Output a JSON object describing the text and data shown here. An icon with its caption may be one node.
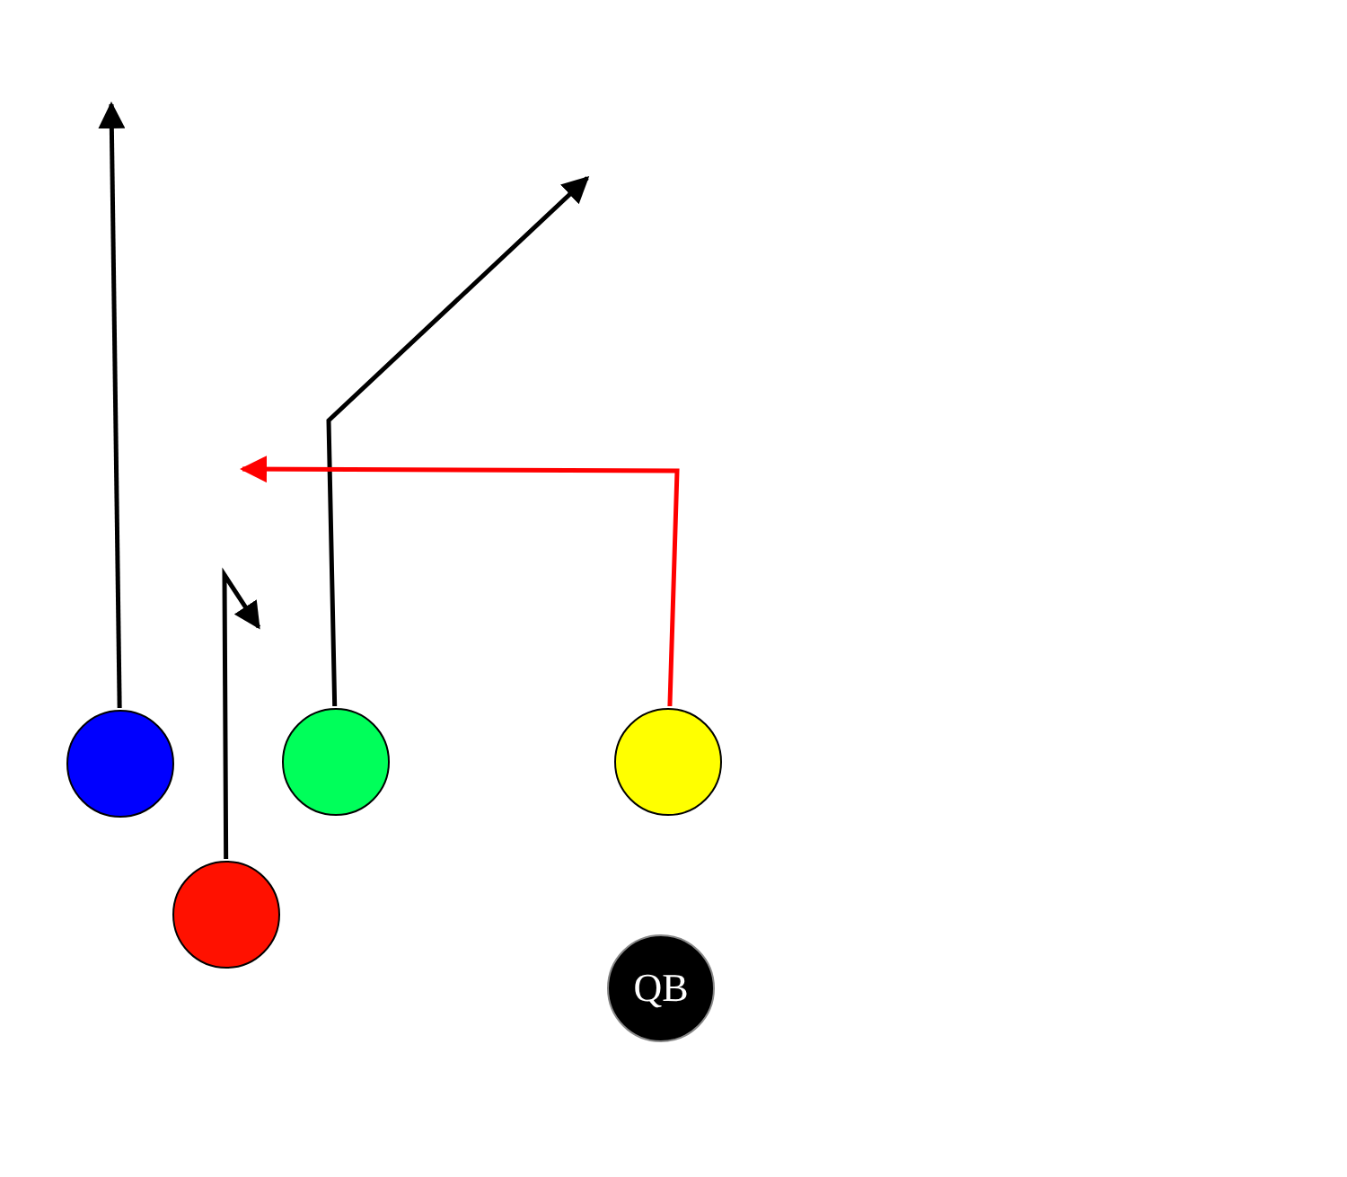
{
  "diagram": {
    "nodes": [
      {
        "text": [],
        "shape": "circle"
      },
      {
        "text": [],
        "shape": "circle"
      },
      {
        "text": [],
        "shape": "circle"
      },
      {
        "text": [],
        "shape": "circle"
      },
      {
        "text": [
          "QB"
        ]
      }
    ],
    "edges": [
      {
        "from": 0,
        "to": null,
        "arrow": "to"
      },
      {
        "from": 1,
        "to": null,
        "arrow": "to"
      },
      {
        "from": 2,
        "to": null,
        "arrow": "to",
        "color": "#ff0000"
      },
      {
        "from": 3,
        "to": null,
        "arrow": "to"
      }
    ]
  }
}
